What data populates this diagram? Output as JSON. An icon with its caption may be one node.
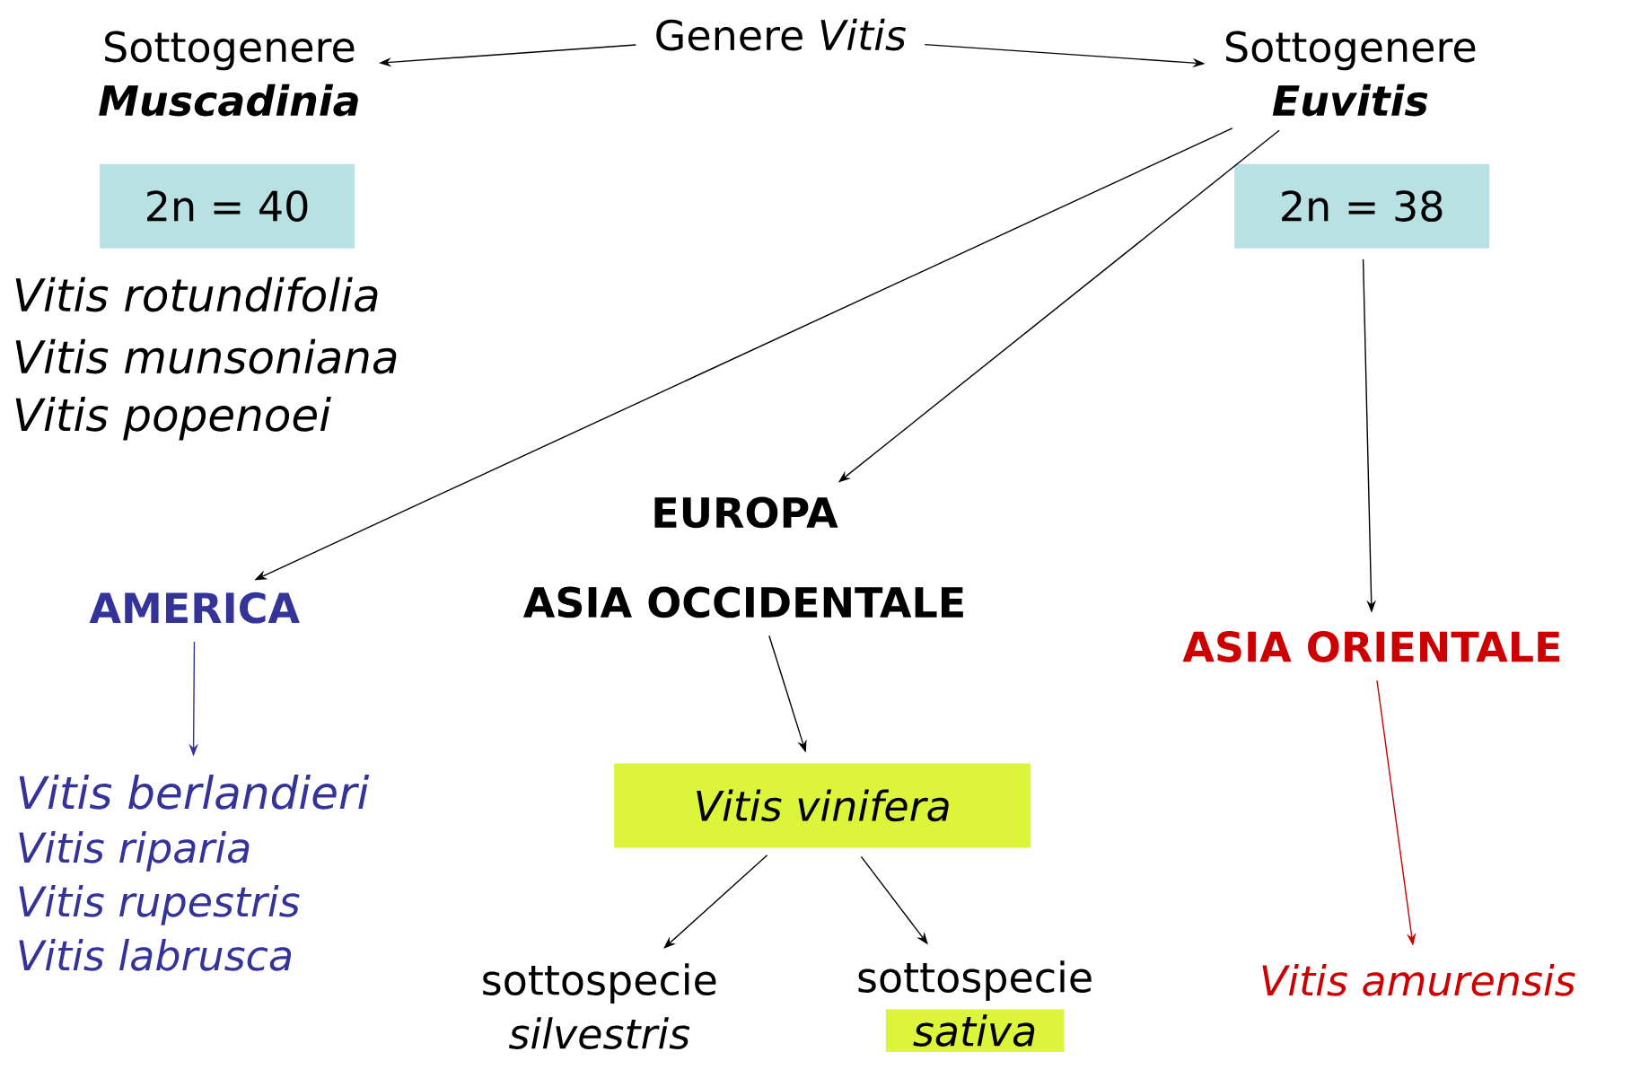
{
  "diagram": {
    "nodes": [
      {
        "text": [
          "Genere *Vitis*"
        ]
      },
      {
        "text": [
          "Sottogenere",
          "Muscadinia"
        ]
      },
      {
        "text": [
          "2n = 40"
        ]
      },
      {
        "text": [
          "Sottogenere",
          "Euvitis"
        ]
      },
      {
        "text": [
          "2n = 38"
        ]
      },
      {
        "text": [
          "AMERICA"
        ]
      },
      {
        "text": [
          "EUROPA",
          "ASIA OCCIDENTALE"
        ]
      },
      {
        "text": [
          "ASIA ORIENTALE"
        ]
      },
      {
        "text": [
          "Vitis berlandieri",
          "Vitis riparia",
          "Vitis rupestris",
          "Vitis labrusca"
        ]
      },
      {
        "text": [
          "Vitis vinifera"
        ]
      },
      {
        "text": [
          "sottospecie",
          "silvestris"
        ]
      },
      {
        "text": [
          "sottospecie",
          "sativa"
        ]
      },
      {
        "text": [
          "Vitis amurensis"
        ]
      }
    ],
    "edges": [
      {
        "from": 0,
        "to": 1,
        "arrow": "to"
      },
      {
        "from": 0,
        "to": 3,
        "arrow": "to"
      },
      {
        "from": 3,
        "to": 5,
        "arrow": "to"
      },
      {
        "from": 3,
        "to": 6,
        "arrow": "to"
      },
      {
        "from": 4,
        "to": 7,
        "arrow": "to"
      },
      {
        "from": 5,
        "to": 8,
        "arrow": "to",
        "color": "#333399"
      },
      {
        "from": 6,
        "to": 9,
        "arrow": "to"
      },
      {
        "from": 7,
        "to": 12,
        "arrow": "to",
        "color": "#cc0000"
      },
      {
        "from": 9,
        "to": 10,
        "arrow": "to"
      },
      {
        "from": 9,
        "to": 11,
        "arrow": "to"
      }
    ],
    "labels": [
      "Vitis rotundifolia",
      "Vitis munsoniana",
      "Vitis popenoei"
    ]
  }
}
